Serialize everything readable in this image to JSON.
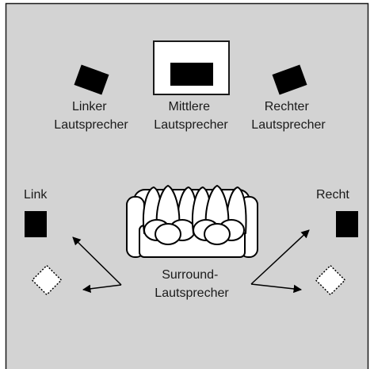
{
  "labels": {
    "left_speaker": [
      "Linker",
      "Lautsprecher"
    ],
    "center_speaker": [
      "Mittlere",
      "Lautsprecher"
    ],
    "right_speaker": [
      "Rechter",
      "Lautsprecher"
    ],
    "left_side": "Link",
    "right_side": "Recht",
    "surround": [
      "Surround-",
      "Lautsprecher"
    ]
  },
  "colors": {
    "background": "#d3d3d3",
    "border": "#1a1a1a",
    "speaker": "#000000",
    "tv_screen": "#ffffff"
  }
}
